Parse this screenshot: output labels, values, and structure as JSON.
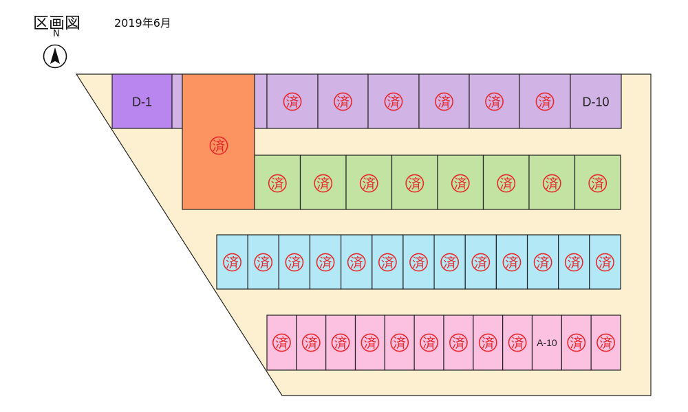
{
  "header": {
    "title": "区画図",
    "date": "2019年6月"
  },
  "compass": {
    "north_label": "N",
    "icon": "north-arrow-icon"
  },
  "legend_mark": {
    "sold_text": "済",
    "sold_color": "#e8282b"
  },
  "colors": {
    "lot_background": "#fdf0d1",
    "outline": "#222222",
    "row_d": "#d1b3e6",
    "row_d_highlight": "#b985ee",
    "plot_orange": "#fb9461",
    "row_c": "#c2e3a2",
    "row_b": "#b3e8f7",
    "row_a": "#fcc1e0"
  },
  "rows": {
    "row_d": [
      {
        "label": "D-1",
        "status": "available"
      },
      {
        "label": "",
        "status": "blank"
      },
      {
        "label": "",
        "status": "blank"
      },
      {
        "label": "",
        "status": "sold"
      },
      {
        "label": "",
        "status": "sold"
      },
      {
        "label": "",
        "status": "sold"
      },
      {
        "label": "",
        "status": "sold"
      },
      {
        "label": "",
        "status": "sold"
      },
      {
        "label": "",
        "status": "sold"
      },
      {
        "label": "D-10",
        "status": "available"
      }
    ],
    "plot_orange": {
      "status": "sold"
    },
    "row_c": [
      "sold",
      "sold",
      "sold",
      "sold",
      "sold",
      "sold",
      "sold",
      "sold"
    ],
    "row_b": [
      "sold",
      "sold",
      "sold",
      "sold",
      "sold",
      "sold",
      "sold",
      "sold",
      "sold",
      "sold",
      "sold",
      "sold",
      "sold"
    ],
    "row_a": [
      {
        "label": "",
        "status": "sold"
      },
      {
        "label": "",
        "status": "sold"
      },
      {
        "label": "",
        "status": "sold"
      },
      {
        "label": "",
        "status": "sold"
      },
      {
        "label": "",
        "status": "sold"
      },
      {
        "label": "",
        "status": "sold"
      },
      {
        "label": "",
        "status": "sold"
      },
      {
        "label": "",
        "status": "sold"
      },
      {
        "label": "",
        "status": "sold"
      },
      {
        "label": "A-10",
        "status": "available"
      },
      {
        "label": "",
        "status": "sold"
      },
      {
        "label": "",
        "status": "sold"
      }
    ]
  }
}
